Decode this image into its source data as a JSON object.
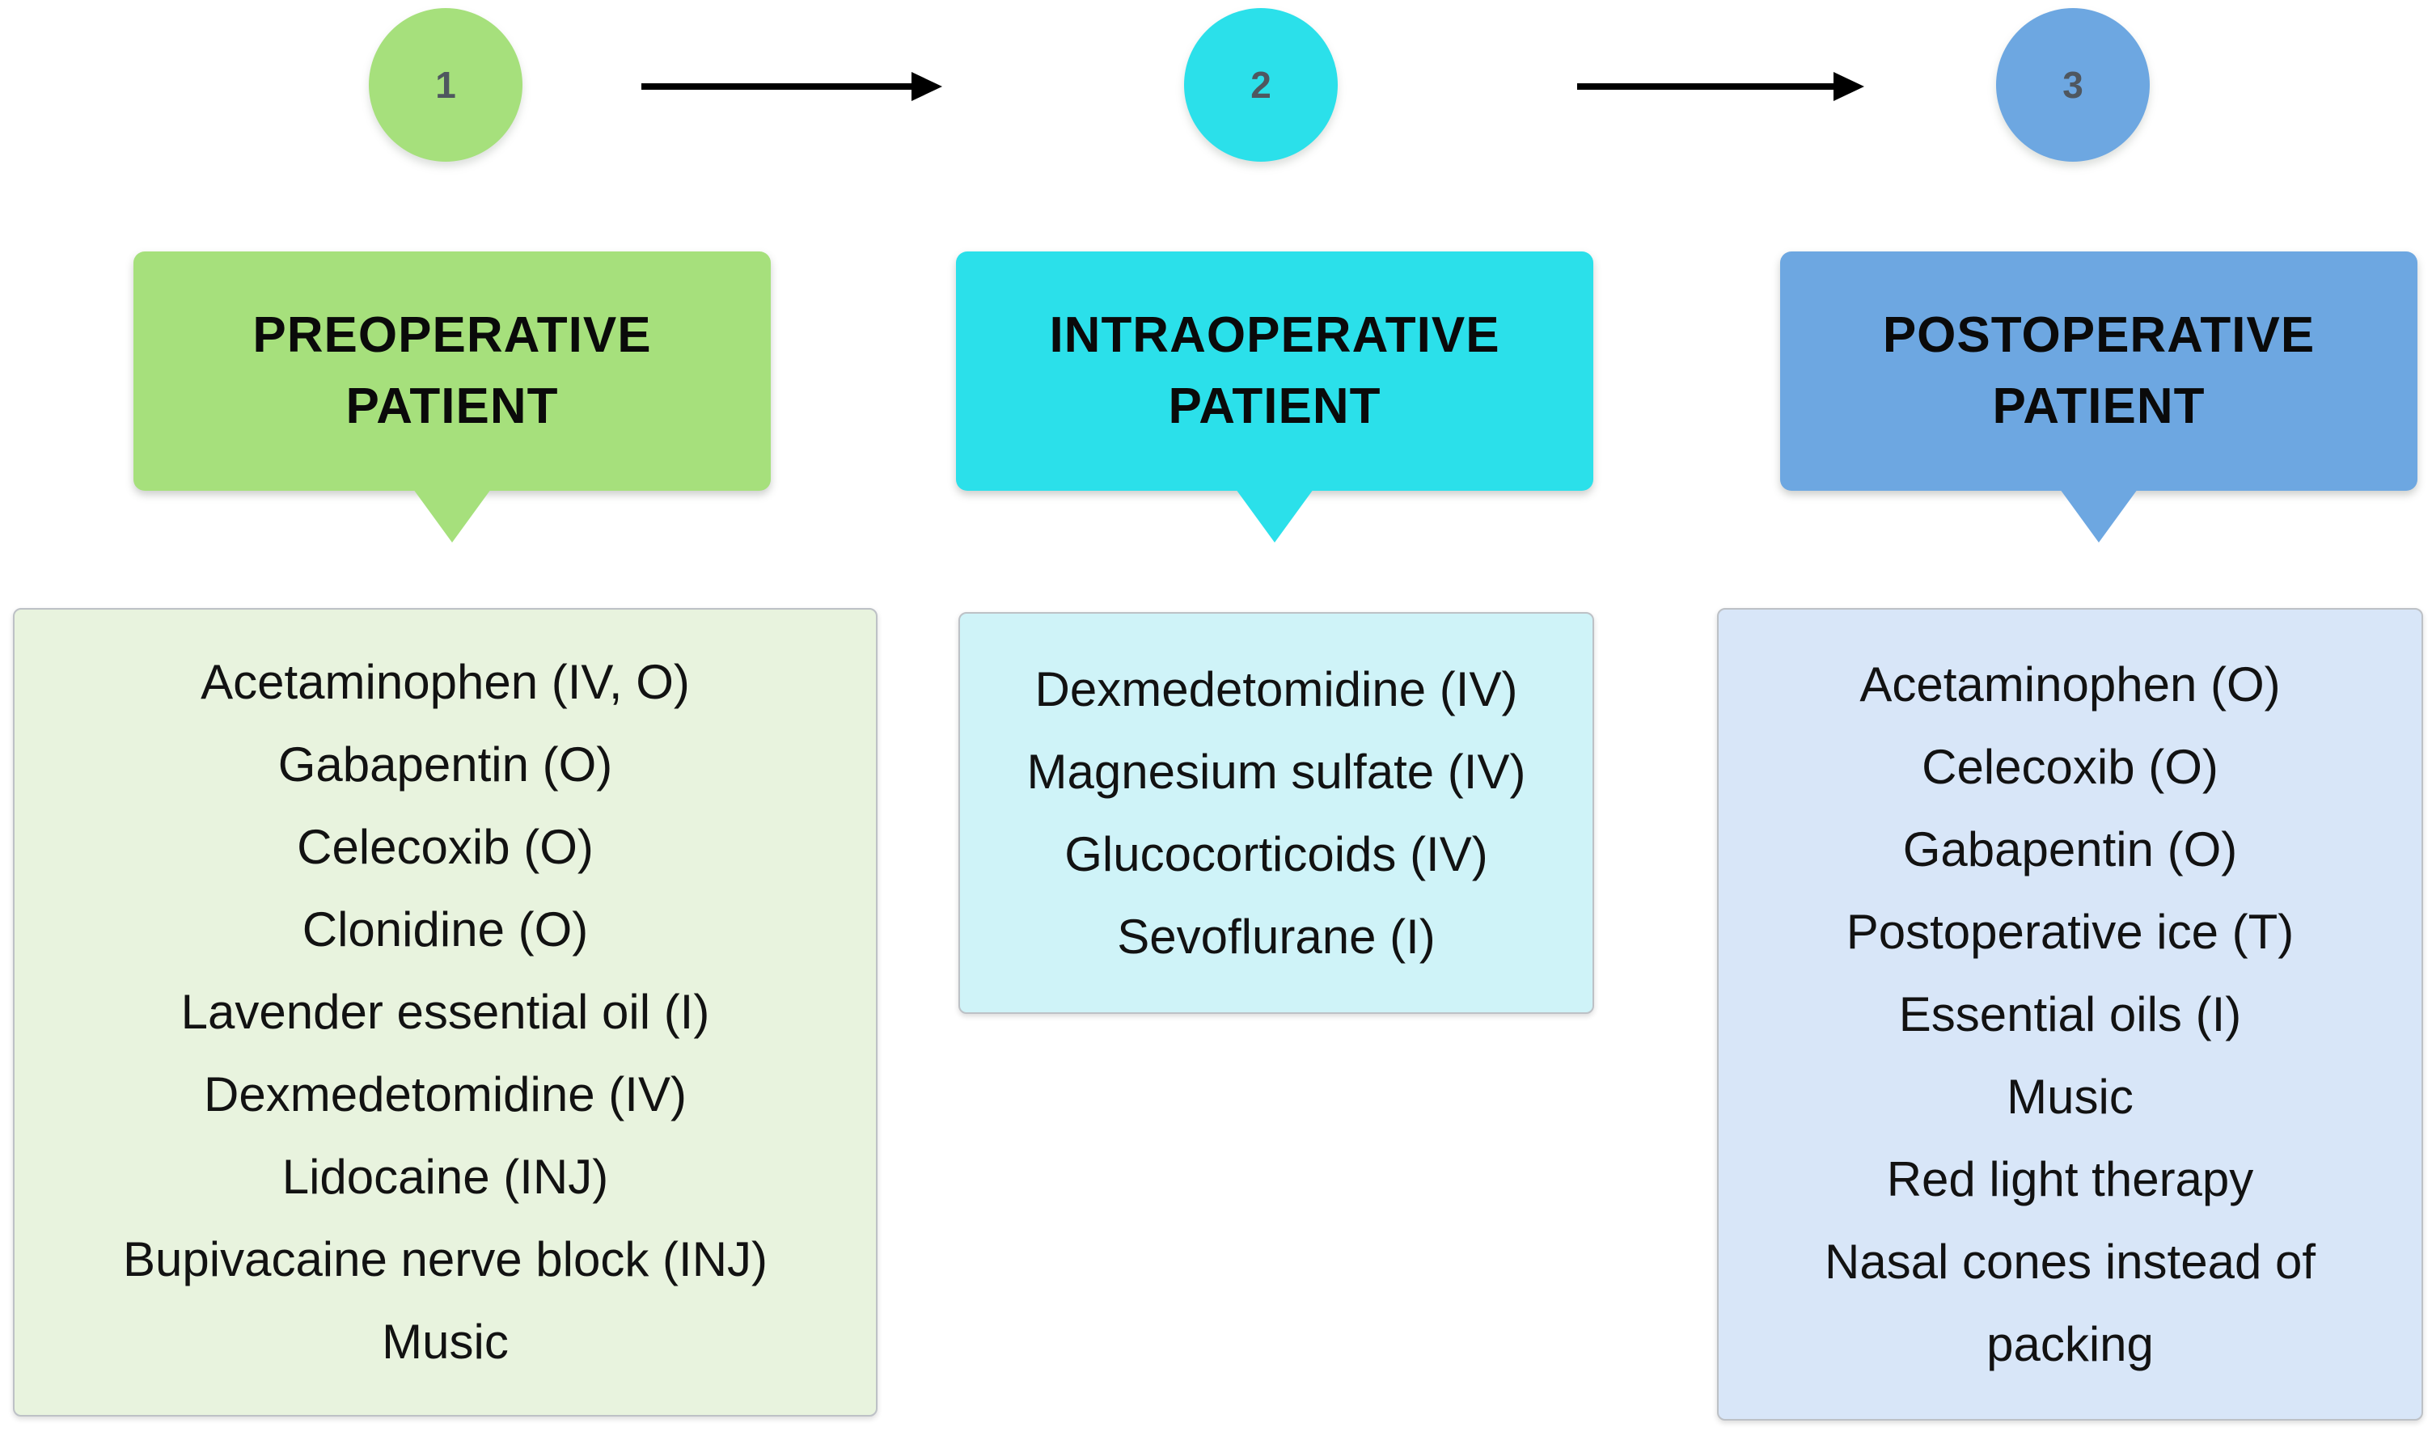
{
  "page": {
    "background": "#ffffff",
    "type": "three-step perioperative pain management flow diagram"
  },
  "colors": {
    "step1_accent": "#a6e07c",
    "step1_list_bg": "#e8f3de",
    "step2_accent": "#2be0ea",
    "step2_list_bg": "#cff3f8",
    "step3_accent": "#6da7e1",
    "step3_list_bg": "#d8e6f8",
    "list_border": "#bdc1c6",
    "arrow": "#000000",
    "number_text": "#4f575f",
    "title_text": "#0a0a0a",
    "list_text": "#121212"
  },
  "steps": [
    {
      "number": "1",
      "title": "PREOPERATIVE PATIENT",
      "items": [
        "Acetaminophen (IV, O)",
        "Gabapentin (O)",
        "Celecoxib (O)",
        "Clonidine (O)",
        "Lavender essential oil (I)",
        "Dexmedetomidine (IV)",
        "Lidocaine (INJ)",
        "Bupivacaine nerve block (INJ)",
        "Music"
      ]
    },
    {
      "number": "2",
      "title": "INTRAOPERATIVE PATIENT",
      "items": [
        "Dexmedetomidine (IV)",
        "Magnesium sulfate (IV)",
        "Glucocorticoids (IV)",
        "Sevoflurane (I)"
      ]
    },
    {
      "number": "3",
      "title": "POSTOPERATIVE PATIENT",
      "items": [
        "Acetaminophen (O)",
        "Celecoxib (O)",
        "Gabapentin (O)",
        "Postoperative ice (T)",
        "Essential oils (I)",
        "Music",
        "Red light therapy",
        "Nasal cones instead of packing"
      ]
    }
  ]
}
